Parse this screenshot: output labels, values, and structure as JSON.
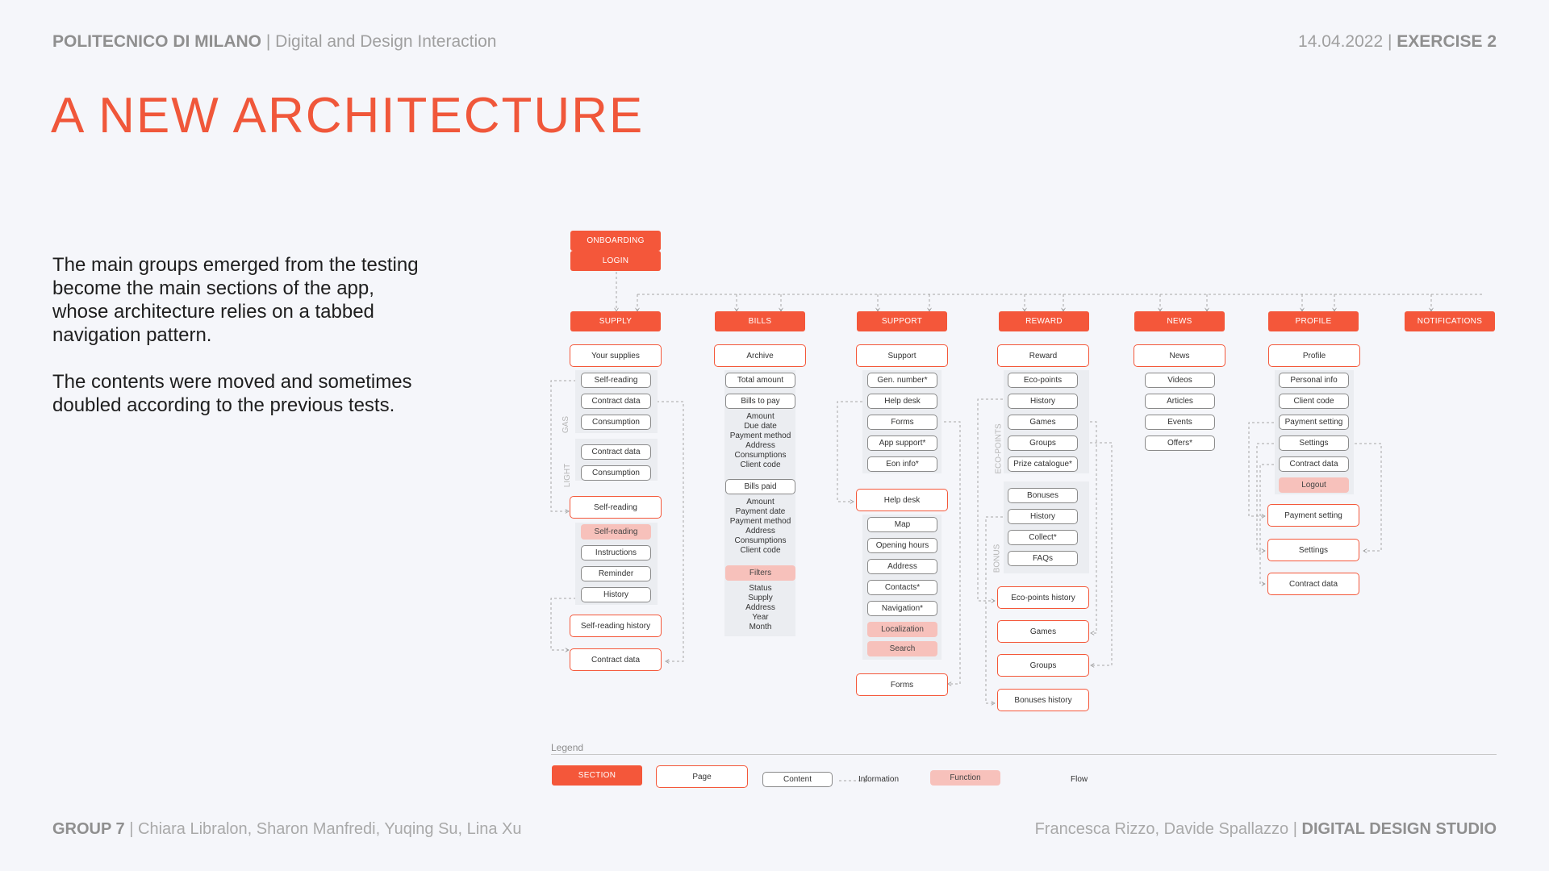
{
  "header": {
    "school": "POLITECNICO DI MILANO",
    "course": "Digital and Design Interaction",
    "date": "14.04.2022",
    "exercise": "EXERCISE 2",
    "separator": "|"
  },
  "title": "A NEW ARCHITECTURE",
  "intro": [
    "The main groups emerged from the testing become the main sections of the app, whose architecture relies on a tabbed navigation pattern.",
    "The contents were moved and sometimes doubled according to the previous tests."
  ],
  "footer": {
    "group": "GROUP 7",
    "members": "Chiara Libralon, Sharon Manfredi, Yuqing Su, Lina Xu",
    "teachers": "Francesca Rizzo, Davide Spallazzo",
    "studio": "DIGITAL DESIGN STUDIO"
  },
  "colors": {
    "accent": "#f4573a",
    "function": "#f7c1bb",
    "content_border": "#8a8a8a",
    "group_bg": "#ebedf1"
  },
  "diagram": {
    "onboarding": [
      "ONBOARDING",
      "LOGIN"
    ],
    "sections": {
      "supply": "SUPPLY",
      "bills": "BILLS",
      "support": "SUPPORT",
      "reward": "REWARD",
      "news": "NEWS",
      "profile": "PROFILE",
      "notifications": "NOTIFICATIONS"
    },
    "supply": {
      "page": "Your supplies",
      "gas_label": "GAS",
      "light_label": "LIGHT",
      "gas": [
        "Self-reading",
        "Contract data",
        "Consumption"
      ],
      "light": [
        "Contract data",
        "Consumption"
      ],
      "self_reading_page": "Self-reading",
      "self_reading_func": "Self-reading",
      "self_reading_items": [
        "Instructions",
        "Reminder",
        "History"
      ],
      "history_page": "Self-reading history",
      "contract_page": "Contract data"
    },
    "bills": {
      "page": "Archive",
      "total": "Total amount",
      "to_pay": "Bills to pay",
      "to_pay_info": [
        "Amount",
        "Due date",
        "Payment method",
        "Address",
        "Consumptions",
        "Client code"
      ],
      "paid": "Bills paid",
      "paid_info": [
        "Amount",
        "Payment date",
        "Payment method",
        "Address",
        "Consumptions",
        "Client code"
      ],
      "filters": "Filters",
      "filters_info": [
        "Status",
        "Supply",
        "Address",
        "Year",
        "Month"
      ]
    },
    "support": {
      "page": "Support",
      "items": [
        "Gen. number*",
        "Help desk",
        "Forms",
        "App support*",
        "Eon info*"
      ],
      "helpdesk_page": "Help desk",
      "helpdesk_items": [
        "Map",
        "Opening hours",
        "Address",
        "Contacts*",
        "Navigation*"
      ],
      "funcs": [
        "Localization",
        "Search"
      ],
      "forms_page": "Forms"
    },
    "reward": {
      "page": "Reward",
      "eco_label": "ECO-POINTS",
      "bonus_label": "BONUS",
      "eco_items": [
        "Eco-points",
        "History",
        "Games",
        "Groups",
        "Prize catalogue*"
      ],
      "bonus_items": [
        "Bonuses",
        "History",
        "Collect*",
        "FAQs"
      ],
      "pages": [
        "Eco-points history",
        "Games",
        "Groups",
        "Bonuses history"
      ]
    },
    "news": {
      "page": "News",
      "items": [
        "Videos",
        "Articles",
        "Events",
        "Offers*"
      ]
    },
    "profile": {
      "page": "Profile",
      "items": [
        "Personal info",
        "Client code",
        "Payment setting",
        "Settings",
        "Contract data"
      ],
      "logout": "Logout",
      "pages": [
        "Payment setting",
        "Settings",
        "Contract data"
      ]
    }
  },
  "legend": {
    "title": "Legend",
    "section": "SECTION",
    "page": "Page",
    "content": "Content",
    "information": "Information",
    "function": "Function",
    "flow": "Flow"
  }
}
